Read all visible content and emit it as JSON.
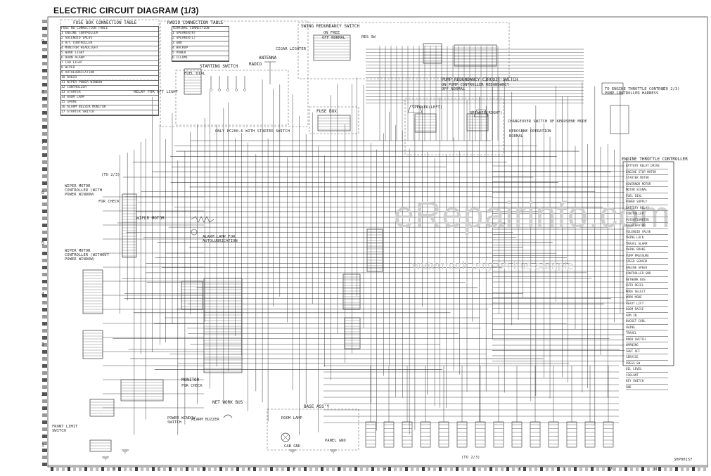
{
  "document": {
    "title": "ELECTRIC CIRCUIT DIAGRAM (1/3)",
    "sheet_code": "SHP00157",
    "continuation": "(TO 2/3)",
    "continuation_left": "(TO 2/3)",
    "continuation_right": "(TO 2/3)"
  },
  "watermark": {
    "main": "eRepairinfo.com",
    "sub": "watermark only on this sample"
  },
  "grid": {
    "columns": [
      "A",
      "B",
      "C",
      "D",
      "E",
      "F",
      "G",
      "H",
      "I",
      "J",
      "K",
      "L",
      "M",
      "N"
    ],
    "rows": [
      "9",
      "8",
      "7",
      "6",
      "5",
      "4",
      "3",
      "2",
      "1"
    ]
  },
  "labels": {
    "fuse_box_table": "FUSE BOX CONNECTION TABLE",
    "radio_table": "RADIO CONNECTION TABLE",
    "swing_switch": "SWING REDUNDANCY SWITCH",
    "on_free": "ON FREE",
    "off_normal": "OFF NORMAL",
    "res": "RES SW",
    "pump_switch": "PUMP REDUNDANCY CIRCUIT SWITCH",
    "pump_on": "ON PUMP CONTROLLER REDUNDANCY",
    "pump_off": "OFF NORMAL",
    "starting_switch": "STARTING SWITCH",
    "antenna": "ANTENNA",
    "radio": "RADIO",
    "cigar_lighter": "CIGAR LIGHTER",
    "fuel_dial": "FUEL DIAL",
    "relay_light": "RELAY FOR OFT LIGHT",
    "fuse_box": "FUSE BOX",
    "only_pc200": "ONLY PC200-6 WITH STARTER SWITCH",
    "speaker_left": "SPEAKER(LEFT)",
    "speaker_right": "SPEAKER(RIGHT)",
    "changeover": "CHANGEOVER SWITCH OF KEROSENE MODE",
    "kerosene": "KEROSENE OPERATION",
    "normal": "NORMAL",
    "throttle_harness": "TO ENGINE THROTTLE CONTROL",
    "throttle_harness2": "PUMP CONTROLLER HARNESS",
    "engine_throttle": "ENGINE THROTTLE CONTROLLER",
    "wiper_power": "WIPER MOTOR CONTROLLER (WITH POWER WINDOW)",
    "wiper_motor": "WIPER MOTOR",
    "for_check": "FOR CHECK",
    "alarm_lamp": "ALARM LAMP FOR AUTOLUBRICATION",
    "wiper_no_power": "WIPER MOTOR CONTROLLER (WITHOUT POWER WINDOW)",
    "monitor": "MONITOR",
    "monitor_check": "FOR CHECK",
    "network_bus": "NET WORK BUS",
    "base_assy": "BASE ASS'Y",
    "room_lamp": "ROOM LAMP",
    "cab_gnd": "CAB GND",
    "panel_gnd": "PANEL GND",
    "alarm_buzzer": "ALARM BUZZER",
    "power_window": "POWER WINDOW SWITCH",
    "front_limit": "FRONT LIMIT SWITCH"
  },
  "fuse_table_rows": [
    "FUSE NO   CONNECTION TABLE",
    "1  ENGINE CONTROLLER",
    "2  SOLENOID VALVE",
    "3  A/C CONTROLLER",
    "4  MONITOR HEADLIGHT",
    "5  WORK LIGHT",
    "6  HORN ALARM",
    "7  CAB LIGHT",
    "8  WIPER",
    "9  AUTOLUBRICATION",
    "10 RADIO",
    "11 WIPER POWER WINDOW",
    "12 CONTROLLER",
    "13 STARTER",
    "14 ROOM LAMP",
    "15 SPARE",
    "16 ALARM BUZZER MONITOR",
    "17 STARTER SWITCH"
  ],
  "radio_table_rows": [
    "TERMINAL CONNECTION",
    "1  SPEAKER(R)",
    "2  SPEAKER(L)",
    "3  GND",
    "4  BACKUP",
    "5  POWER",
    "6  ILLUMI"
  ],
  "throttle_pins": [
    "BATTERY RELAY DRIVE",
    "ENGINE STOP MOTOR",
    "STARTER MOTOR",
    "GOVERNOR MOTOR",
    "MOTOR SIGNAL",
    "FUEL DIAL",
    "POWER SUPPLY",
    "BATTERY RELAY",
    "CONTROLLER",
    "POTENTIOMETER",
    "ACCELERATOR",
    "SOLENOID VALVE",
    "SWING LOCK",
    "TRAVEL ALARM",
    "SWING BRAKE",
    "PUMP PRESSURE",
    "SPEED SENSOR",
    "ENGINE SPEED",
    "CONTROLLER GND",
    "NETWORK BUS",
    "AUTO DECEL",
    "MODE SELECT",
    "WORK MODE",
    "HEAVY LIFT",
    "BOOM RAISE",
    "ARM IN",
    "BUCKET CURL",
    "SWING",
    "TRAVEL",
    "KNOB SWITCH",
    "WARNING",
    "SHUT OFF",
    "SERVICE",
    "PRESS SW",
    "OIL LEVEL",
    "COOLANT",
    "KEY SWITCH",
    "GND"
  ]
}
